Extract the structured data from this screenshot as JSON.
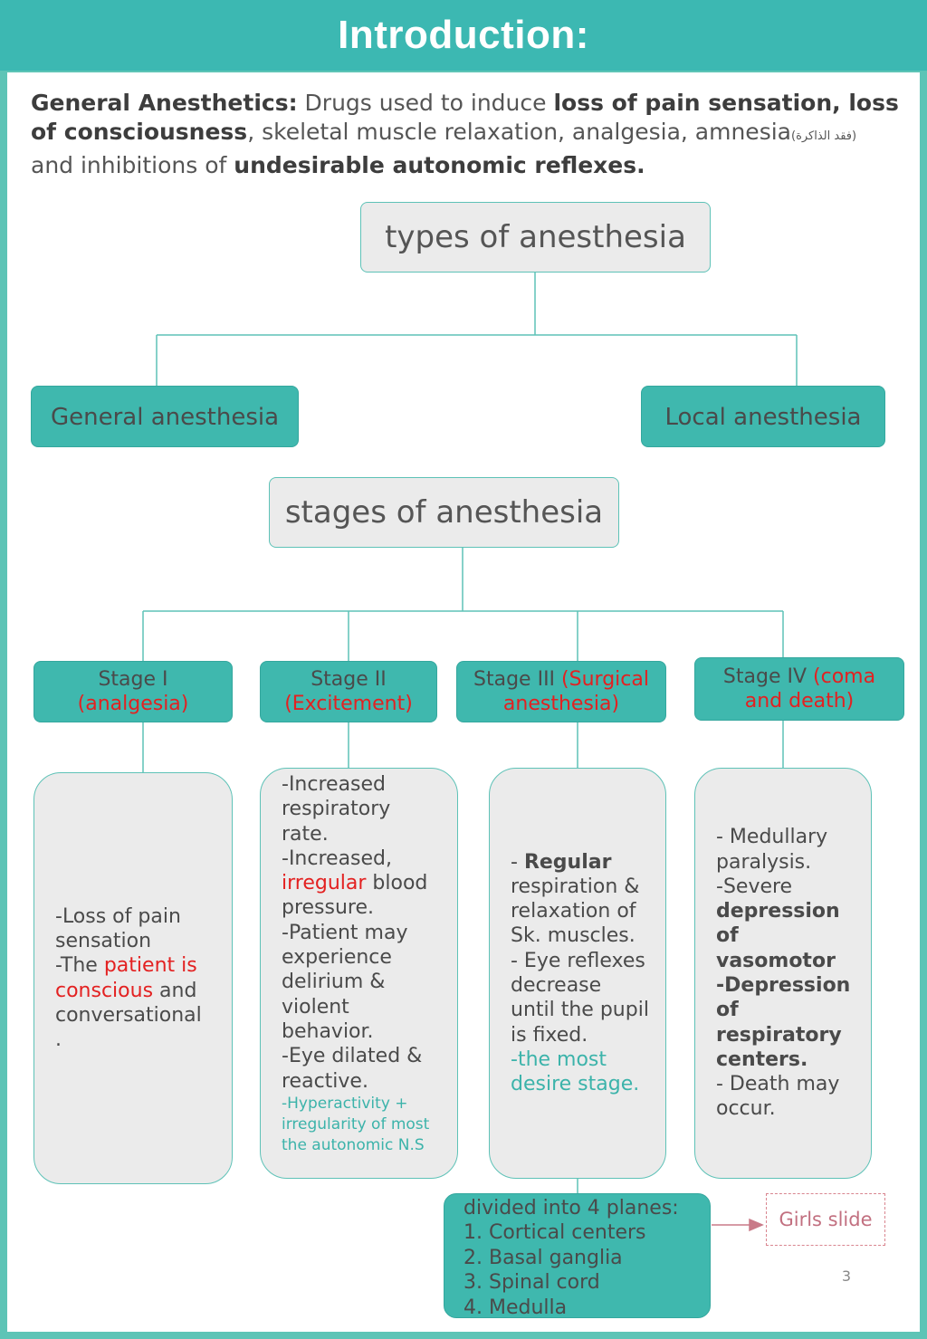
{
  "header": {
    "title": "Introduction:"
  },
  "intro": {
    "term": "General Anesthetics:",
    "t1": " Drugs used to induce ",
    "b1": "loss of pain sensation, loss of consciousness",
    "t2": ", skeletal muscle relaxation, analgesia, amnesia",
    "arabic": "(فقد الذاكرة)",
    "t3": " and inhibitions of ",
    "b2": "undesirable autonomic reflexes."
  },
  "types": {
    "root": "types of anesthesia",
    "general": "General anesthesia",
    "local": "Local anesthesia"
  },
  "stages": {
    "root": "stages of anesthesia",
    "s1": {
      "name": "Stage I",
      "sub": "(analgesia)"
    },
    "s2": {
      "name": "Stage II",
      "sub": "(Excitement)"
    },
    "s3": {
      "name": "Stage III",
      "sub_a": "(Surgical",
      "sub_b": "anesthesia)"
    },
    "s4": {
      "name": "Stage IV",
      "sub_a": "(coma",
      "sub_b": "and death)"
    }
  },
  "desc1": {
    "l1": "-Loss of pain sensation",
    "l2a": "-The ",
    "l2b": "patient is conscious",
    "l2c": " and conversational",
    "l3": "."
  },
  "desc2": {
    "l1": "-Increased respiratory rate.",
    "l2a": "-Increased, ",
    "l2b": "irregular",
    "l2c": " blood pressure.",
    "l3": "-Patient may experience delirium & violent behavior.",
    "l4": "-Eye dilated & reactive.",
    "l5": "-Hyperactivity + irregularity of most the autonomic N.S"
  },
  "desc3": {
    "l1a": "- ",
    "l1b": "Regular",
    "l1c": " respiration & relaxation of Sk. muscles.",
    "l2": "- Eye reflexes decrease until the pupil is fixed.",
    "l3": "-the most desire stage."
  },
  "desc4": {
    "l1": " - Medullary paralysis.",
    "l2a": "-Severe ",
    "l2b": "depression of vasomotor",
    "l3": "-Depression of respiratory centers.",
    "l4": "- Death may occur."
  },
  "planes": {
    "title": "divided into 4 planes:",
    "items": [
      "1. Cortical centers",
      "2. Basal ganglia",
      "3. Spinal cord",
      "4. Medulla"
    ]
  },
  "note": "Girls slide",
  "page_number": "3",
  "colors": {
    "teal": "#3fb8ae",
    "header": "#3cb8b2",
    "red": "#e32121",
    "pink": "#d9858f"
  }
}
